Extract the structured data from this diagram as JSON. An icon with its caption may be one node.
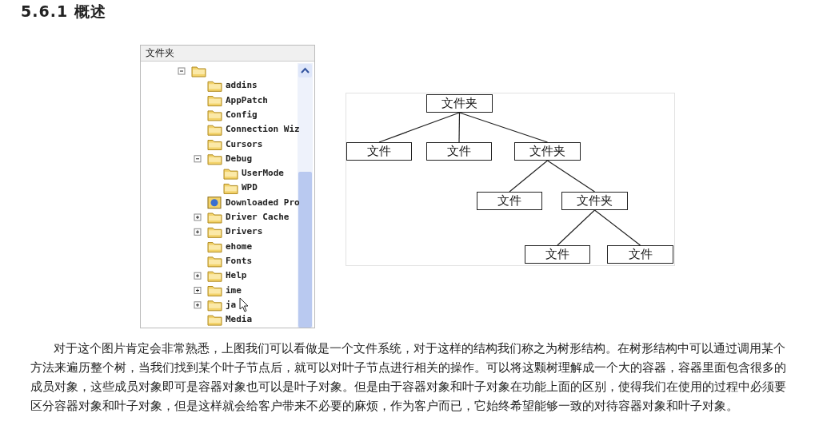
{
  "diagram": {
    "title": "5.6.1 概述",
    "caption": "对于这个图片肯定会非常熟悉，上图我们可以看做是一个文件系统，对于这样的结构我们称之为树形结构。在树形结构中可以通过调用某个方法来遍历整个树，当我们找到某个叶子节点后，就可以对叶子节点进行相关的操作。可以将这颗树理解成一个大的容器，容器里面包含很多的成员对象，这些成员对象即可是容器对象也可以是叶子对象。但是由于容器对象和叶子对象在功能上面的区别，使得我们在使用的过程中必须要区分容器对象和叶子对象，但是这样就会给客户带来不必要的麻烦，作为客户而已，它始终希望能够一致的对待容器对象和叶子对象。",
    "nodes": [
      {
        "text": [
          "文件夹"
        ]
      },
      {
        "text": [
          "文件"
        ]
      },
      {
        "text": [
          "文件"
        ]
      },
      {
        "text": [
          "文件夹"
        ]
      },
      {
        "text": [
          "文件"
        ]
      },
      {
        "text": [
          "文件夹"
        ]
      },
      {
        "text": [
          "文件"
        ]
      },
      {
        "text": [
          "文件"
        ]
      }
    ],
    "edges": [
      {
        "from": 0,
        "to": 1,
        "arrow": "none"
      },
      {
        "from": 0,
        "to": 2,
        "arrow": "none"
      },
      {
        "from": 0,
        "to": 3,
        "arrow": "none"
      },
      {
        "from": 3,
        "to": 4,
        "arrow": "none"
      },
      {
        "from": 3,
        "to": 5,
        "arrow": "none"
      },
      {
        "from": 5,
        "to": 6,
        "arrow": "none"
      },
      {
        "from": 5,
        "to": 7,
        "arrow": "none"
      }
    ],
    "labels": [
      "文件夹",
      "addins",
      "AppPatch",
      "Config",
      "Connection Wiz",
      "Cursors",
      "Debug",
      "UserMode",
      "WPD",
      "Downloaded Pro",
      "Driver Cache",
      "Drivers",
      "ehome",
      "Fonts",
      "Help",
      "ime",
      "ja",
      "Media"
    ]
  }
}
